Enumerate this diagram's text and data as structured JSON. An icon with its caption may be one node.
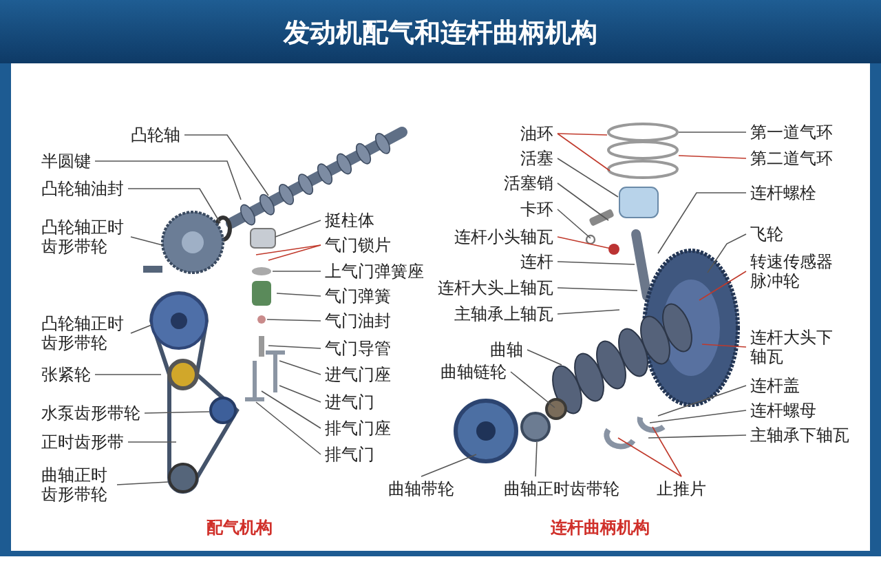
{
  "diagram": {
    "title": "发动机配气和连杆曲柄机构",
    "nodes": [
      {
        "text": [
          "凸轮轴"
        ]
      },
      {
        "text": [
          "半圆键"
        ]
      },
      {
        "text": [
          "凸轮轴油封"
        ]
      },
      {
        "text": [
          "凸轮轴正时齿形带轮"
        ]
      },
      {
        "text": [
          "凸轮轴正时齿形带轮"
        ]
      },
      {
        "text": [
          "张紧轮"
        ]
      },
      {
        "text": [
          "水泵齿形带轮"
        ]
      },
      {
        "text": [
          "正时齿形带"
        ]
      },
      {
        "text": [
          "曲轴正时齿形带轮"
        ]
      },
      {
        "text": [
          "挺柱体"
        ]
      },
      {
        "text": [
          "气门锁片"
        ]
      },
      {
        "text": [
          "上气门弹簧座"
        ]
      },
      {
        "text": [
          "气门弹簧"
        ]
      },
      {
        "text": [
          "气门油封"
        ]
      },
      {
        "text": [
          "气门导管"
        ]
      },
      {
        "text": [
          "进气门座"
        ]
      },
      {
        "text": [
          "进气门"
        ]
      },
      {
        "text": [
          "排气门座"
        ]
      },
      {
        "text": [
          "排气门"
        ]
      },
      {
        "text": [
          "油环"
        ]
      },
      {
        "text": [
          "活塞"
        ]
      },
      {
        "text": [
          "活塞销"
        ]
      },
      {
        "text": [
          "卡环"
        ]
      },
      {
        "text": [
          "连杆小头轴瓦"
        ]
      },
      {
        "text": [
          "连杆"
        ]
      },
      {
        "text": [
          "连杆大头上轴瓦"
        ]
      },
      {
        "text": [
          "主轴承上轴瓦"
        ]
      },
      {
        "text": [
          "曲轴"
        ]
      },
      {
        "text": [
          "曲轴链轮"
        ]
      },
      {
        "text": [
          "曲轴带轮"
        ]
      },
      {
        "text": [
          "曲轴正时齿带轮"
        ]
      },
      {
        "text": [
          "止推片"
        ]
      },
      {
        "text": [
          "第一道气环"
        ]
      },
      {
        "text": [
          "第二道气环"
        ]
      },
      {
        "text": [
          "连杆螺栓"
        ]
      },
      {
        "text": [
          "飞轮"
        ]
      },
      {
        "text": [
          "转速传感器脉冲轮"
        ]
      },
      {
        "text": [
          "连杆大头下轴瓦"
        ]
      },
      {
        "text": [
          "连杆盖"
        ]
      },
      {
        "text": [
          "连杆螺母"
        ]
      },
      {
        "text": [
          "主轴承下轴瓦"
        ]
      }
    ],
    "edges": [
      {
        "from": 0,
        "to": null,
        "arrow": "none"
      },
      {
        "from": 1,
        "to": null,
        "arrow": "none"
      },
      {
        "from": 2,
        "to": null,
        "arrow": "none"
      },
      {
        "from": 3,
        "to": null,
        "arrow": "none"
      },
      {
        "from": 4,
        "to": null,
        "arrow": "none"
      },
      {
        "from": 5,
        "to": null,
        "arrow": "none"
      },
      {
        "from": 6,
        "to": null,
        "arrow": "none"
      },
      {
        "from": 7,
        "to": null,
        "arrow": "none"
      },
      {
        "from": 8,
        "to": null,
        "arrow": "none"
      },
      {
        "from": 9,
        "to": null,
        "arrow": "none"
      },
      {
        "from": 10,
        "to": null,
        "arrow": "none",
        "color": "#c0392b"
      },
      {
        "from": 10,
        "to": null,
        "arrow": "none",
        "color": "#c0392b"
      },
      {
        "from": 11,
        "to": null,
        "arrow": "none"
      },
      {
        "from": 12,
        "to": null,
        "arrow": "none"
      },
      {
        "from": 13,
        "to": null,
        "arrow": "none"
      },
      {
        "from": 14,
        "to": null,
        "arrow": "none"
      },
      {
        "from": 15,
        "to": null,
        "arrow": "none"
      },
      {
        "from": 16,
        "to": null,
        "arrow": "none"
      },
      {
        "from": 17,
        "to": null,
        "arrow": "none"
      },
      {
        "from": 18,
        "to": null,
        "arrow": "none"
      },
      {
        "from": 19,
        "to": null,
        "arrow": "none",
        "color": "#c0392b"
      },
      {
        "from": 19,
        "to": null,
        "arrow": "none",
        "color": "#c0392b"
      },
      {
        "from": 20,
        "to": null,
        "arrow": "none"
      },
      {
        "from": 21,
        "to": null,
        "arrow": "none"
      },
      {
        "from": 22,
        "to": null,
        "arrow": "none"
      },
      {
        "from": 23,
        "to": null,
        "arrow": "none",
        "color": "#c0392b"
      },
      {
        "from": 24,
        "to": null,
        "arrow": "none"
      },
      {
        "from": 25,
        "to": null,
        "arrow": "none"
      },
      {
        "from": 26,
        "to": null,
        "arrow": "none"
      },
      {
        "from": 27,
        "to": null,
        "arrow": "none"
      },
      {
        "from": 28,
        "to": null,
        "arrow": "none"
      },
      {
        "from": 29,
        "to": null,
        "arrow": "none"
      },
      {
        "from": 30,
        "to": null,
        "arrow": "none"
      },
      {
        "from": 31,
        "to": null,
        "arrow": "none",
        "color": "#c0392b"
      },
      {
        "from": 31,
        "to": null,
        "arrow": "none",
        "color": "#c0392b"
      },
      {
        "from": 32,
        "to": null,
        "arrow": "none"
      },
      {
        "from": 33,
        "to": null,
        "arrow": "none",
        "color": "#c0392b"
      },
      {
        "from": 34,
        "to": null,
        "arrow": "none"
      },
      {
        "from": 35,
        "to": null,
        "arrow": "none"
      },
      {
        "from": 36,
        "to": null,
        "arrow": "none",
        "color": "#c0392b"
      },
      {
        "from": 37,
        "to": null,
        "arrow": "none",
        "color": "#c0392b"
      },
      {
        "from": 38,
        "to": null,
        "arrow": "none"
      },
      {
        "from": 39,
        "to": null,
        "arrow": "none"
      },
      {
        "from": 40,
        "to": null,
        "arrow": "none"
      }
    ],
    "labels": [
      "配气机构",
      "连杆曲柄机构"
    ]
  }
}
